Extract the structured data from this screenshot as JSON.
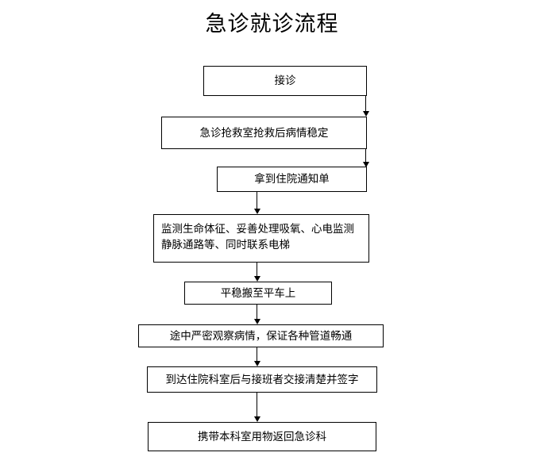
{
  "page": {
    "title": "急诊就诊流程",
    "background_color": "#ffffff",
    "line_color": "#000000",
    "text_color": "#000000"
  },
  "flowchart": {
    "type": "flowchart",
    "orientation": "top-to-bottom",
    "nodes": [
      {
        "id": "n1",
        "label": "接诊"
      },
      {
        "id": "n2",
        "label": "急诊抢救室抢救后病情稳定"
      },
      {
        "id": "n3",
        "label": "拿到住院通知单"
      },
      {
        "id": "n4",
        "label": "监测生命体征、妥善处理吸氧、心电监测静脉通路等、同时联系电梯",
        "line1": "监测生命体征、妥善处理吸氧、心电监测",
        "line2": "静脉通路等、同时联系电梯"
      },
      {
        "id": "n5",
        "label": "平稳搬至平车上"
      },
      {
        "id": "n6",
        "label": "途中严密观察病情，保证各种管道畅通"
      },
      {
        "id": "n7",
        "label": "到达住院科室后与接班者交接清楚并签字"
      },
      {
        "id": "n8",
        "label": "携带本科室用物返回急诊科"
      }
    ],
    "edges": [
      {
        "from": "n1",
        "to": "n2",
        "arrow": "down"
      },
      {
        "from": "n2",
        "to": "n3",
        "arrow": "down"
      },
      {
        "from": "n3",
        "to": "n4",
        "arrow": "down"
      },
      {
        "from": "n4",
        "to": "n5",
        "arrow": "down"
      },
      {
        "from": "n5",
        "to": "n6",
        "arrow": "down"
      },
      {
        "from": "n6",
        "to": "n7",
        "arrow": "down"
      },
      {
        "from": "n7",
        "to": "n8",
        "arrow": "down"
      }
    ]
  }
}
